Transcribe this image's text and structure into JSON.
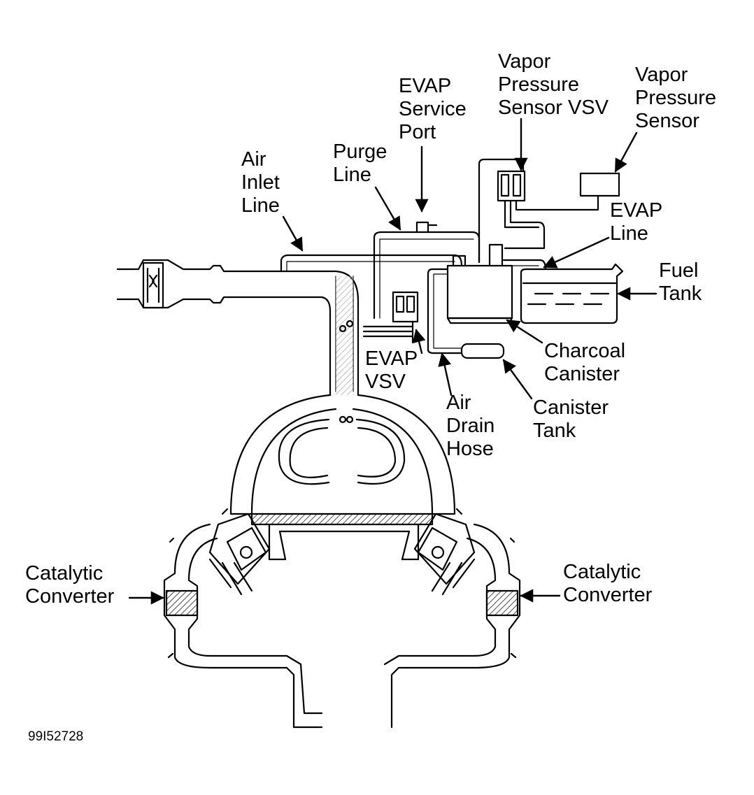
{
  "labels": {
    "vapor_pressure_sensor_vsv": [
      "Vapor",
      "Pressure",
      "Sensor VSV"
    ],
    "vapor_pressure_sensor": [
      "Vapor",
      "Pressure",
      "Sensor"
    ],
    "evap_service_port": [
      "EVAP",
      "Service",
      "Port"
    ],
    "purge_line": [
      "Purge",
      "Line"
    ],
    "air_inlet_line": [
      "Air",
      "Inlet",
      "Line"
    ],
    "evap_line": [
      "EVAP",
      "Line"
    ],
    "fuel_tank": [
      "Fuel",
      "Tank"
    ],
    "charcoal_canister": [
      "Charcoal",
      "Canister"
    ],
    "canister_tank": [
      "Canister",
      "Tank"
    ],
    "air_drain_hose": [
      "Air",
      "Drain",
      "Hose"
    ],
    "evap_vsv": [
      "EVAP",
      "VSV"
    ],
    "catalytic_converter_left": [
      "Catalytic",
      "Converter"
    ],
    "catalytic_converter_right": [
      "Catalytic",
      "Converter"
    ]
  },
  "figure_code": "99I52728"
}
